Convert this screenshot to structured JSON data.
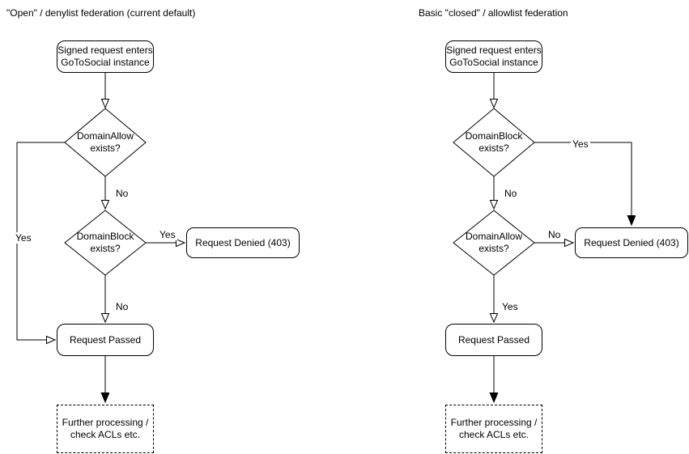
{
  "diagram": {
    "kind": "flowchart-comparison",
    "colors": {
      "stroke": "#000000",
      "fill": "#ffffff",
      "text": "#000000"
    },
    "charts": [
      {
        "title": "\"Open\" / denylist federation (current default)",
        "nodes": {
          "start": "Signed request enters\nGoToSocial instance",
          "decision1": "DomainAllow\nexists?",
          "decision2": "DomainBlock\nexists?",
          "denied": "Request Denied (403)",
          "passed": "Request Passed",
          "further": "Further processing /\ncheck ACLs etc."
        },
        "labels": {
          "d1_side": "Yes",
          "d1_down": "No",
          "d2_side": "Yes",
          "d2_down": "No"
        }
      },
      {
        "title": "Basic \"closed\" / allowlist federation",
        "nodes": {
          "start": "Signed request enters\nGoToSocial instance",
          "decision1": "DomainBlock\nexists?",
          "decision2": "DomainAllow\nexists?",
          "denied": "Request Denied (403)",
          "passed": "Request Passed",
          "further": "Further processing /\ncheck ACLs etc."
        },
        "labels": {
          "d1_side": "Yes",
          "d1_down": "No",
          "d2_side": "No",
          "d2_down": "Yes"
        }
      }
    ]
  }
}
